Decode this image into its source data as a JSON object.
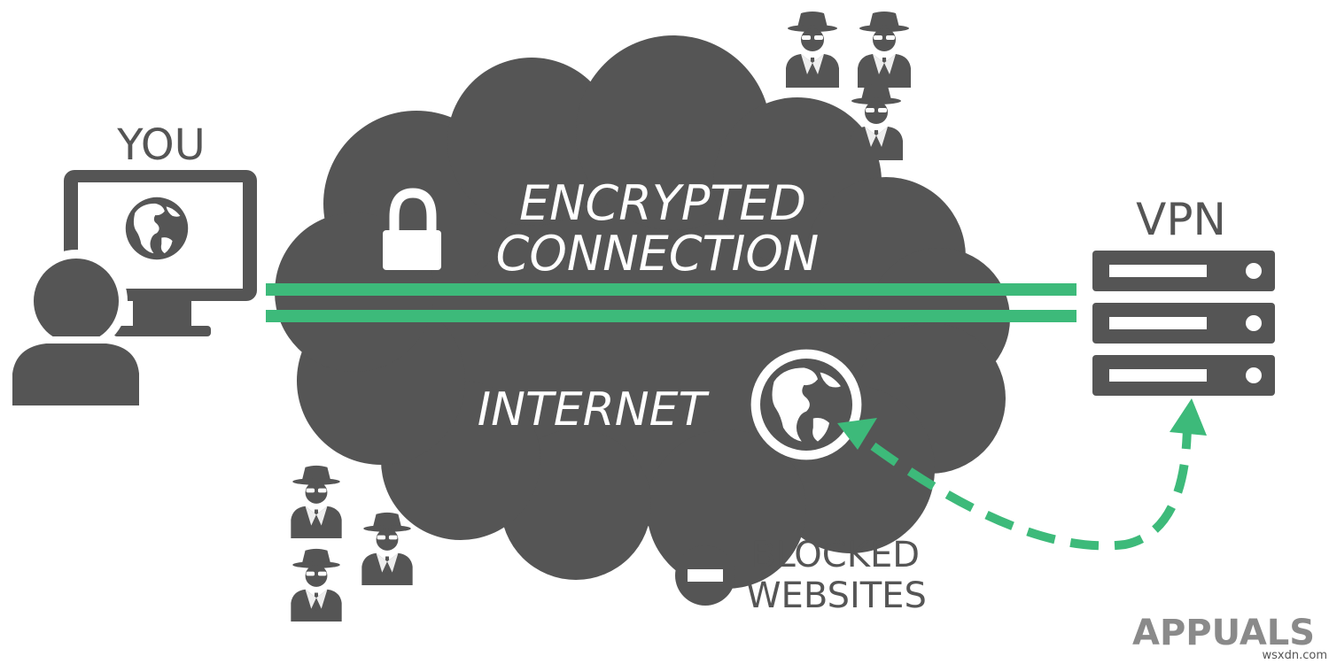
{
  "labels": {
    "you": "YOU",
    "vpn": "VPN",
    "encrypted_line1": "ENCRYPTED",
    "encrypted_line2": "CONNECTION",
    "internet": "INTERNET",
    "blocked_line1": "BLOCKED",
    "blocked_line2": "WEBSITES",
    "watermark": "APPUALS",
    "source": "wsxdn.com"
  },
  "colors": {
    "cloud": "#555555",
    "accent_green": "#3dba7a",
    "icon_gray": "#555555",
    "text_white": "#ffffff",
    "background": "#ffffff"
  },
  "icons": {
    "user": "user-silhouette-icon",
    "monitor": "monitor-icon",
    "globe": "globe-icon",
    "lock": "padlock-icon",
    "server": "server-rack-icon",
    "spy": "spy-icon",
    "blocked": "no-entry-icon"
  }
}
